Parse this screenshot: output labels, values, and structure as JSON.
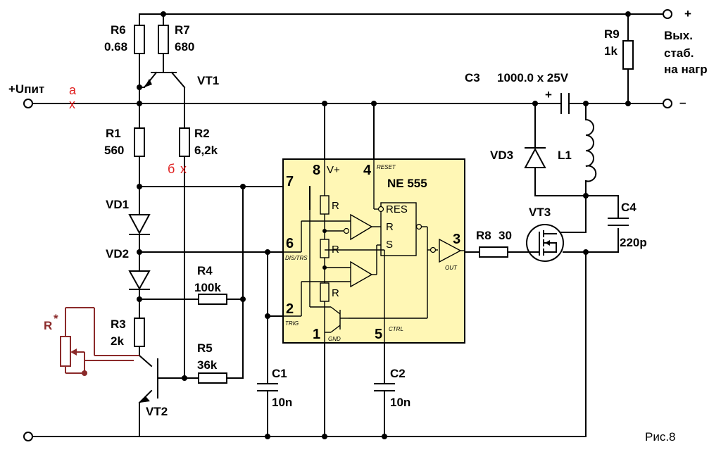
{
  "colors": {
    "ic_fill": "#fff7b5",
    "wire": "#000000",
    "marker": "#e02020",
    "added_part": "#8b2a2a"
  },
  "terminals": {
    "input_plus": "+Uпит",
    "out_plus": "+",
    "out_minus": "–",
    "output_label": [
      "Вых.",
      "стаб.",
      "на нагр"
    ]
  },
  "markers": {
    "a": "а",
    "a_x": "x",
    "b": "б",
    "b_x": "x"
  },
  "components": {
    "r6": {
      "name": "R6",
      "value": "0.68"
    },
    "r7": {
      "name": "R7",
      "value": "680"
    },
    "vt1": {
      "name": "VT1"
    },
    "r1": {
      "name": "R1",
      "value": "560"
    },
    "r2": {
      "name": "R2",
      "value": "6,2k"
    },
    "vd1": {
      "name": "VD1"
    },
    "vd2": {
      "name": "VD2"
    },
    "r3": {
      "name": "R3",
      "value": "2k"
    },
    "r4": {
      "name": "R4",
      "value": "100k"
    },
    "r5": {
      "name": "R5",
      "value": "36k"
    },
    "rstar": {
      "name": "R",
      "sup": "*"
    },
    "vt2": {
      "name": "VT2"
    },
    "c1": {
      "name": "C1",
      "value": "10n"
    },
    "c2": {
      "name": "C2",
      "value": "10n"
    },
    "r9": {
      "name": "R9",
      "value": "1k"
    },
    "c3": {
      "name": "C3",
      "value": "1000.0 x 25V",
      "polarity": "+"
    },
    "vd3": {
      "name": "VD3"
    },
    "l1": {
      "name": "L1"
    },
    "c4": {
      "name": "C4",
      "value": "220p"
    },
    "vt3": {
      "name": "VT3"
    },
    "r8": {
      "name": "R8",
      "value": "30"
    }
  },
  "ic": {
    "title": "NE 555",
    "pins": {
      "p8": "8",
      "p4": "4",
      "p7": "7",
      "p6": "6",
      "p2": "2",
      "p1": "1",
      "p5": "5",
      "p3": "3"
    },
    "pin_labels": {
      "vplus": "V+",
      "reset": "RESET",
      "dis": "DIS/TRS",
      "trig": "TRIG",
      "gnd": "GND",
      "ctrl": "CTRL",
      "out": "OUT"
    },
    "internal": {
      "r": "R",
      "res": "RES",
      "ff_r": "R",
      "ff_s": "S"
    }
  },
  "figure_caption": "Рис.8"
}
